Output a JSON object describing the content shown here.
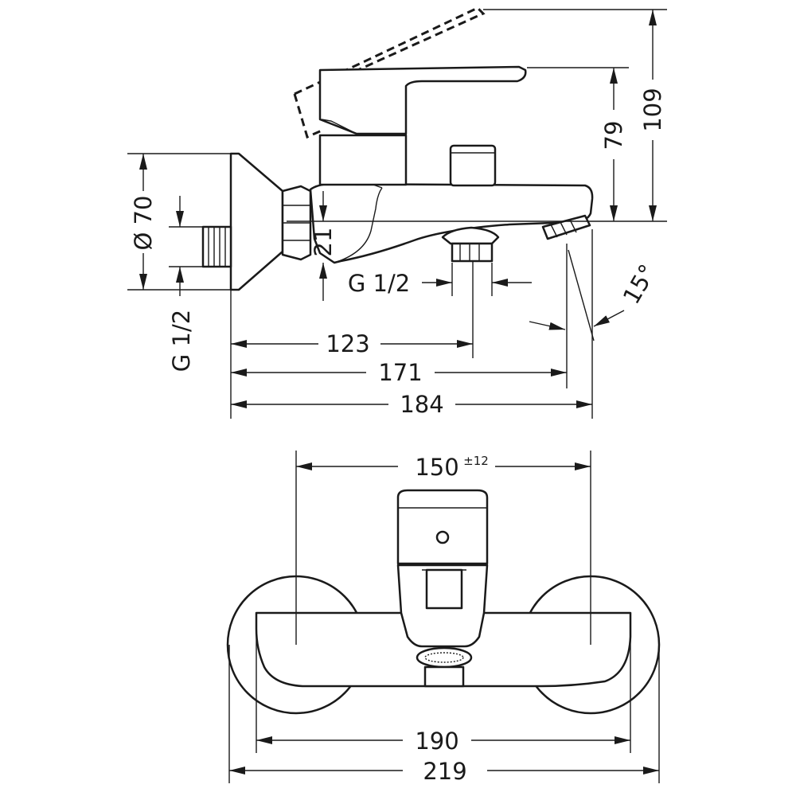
{
  "dimensions": {
    "d123": "123",
    "d171": "171",
    "d184": "184",
    "d79": "79",
    "d109": "109",
    "d21": "21",
    "dia70": "Ø 70",
    "thread_outlet": "G 1/2",
    "thread_inlet": "G 1/2",
    "angle": "15°",
    "d150": "150",
    "d150_tol": "±12",
    "d190": "190",
    "d219": "219"
  }
}
